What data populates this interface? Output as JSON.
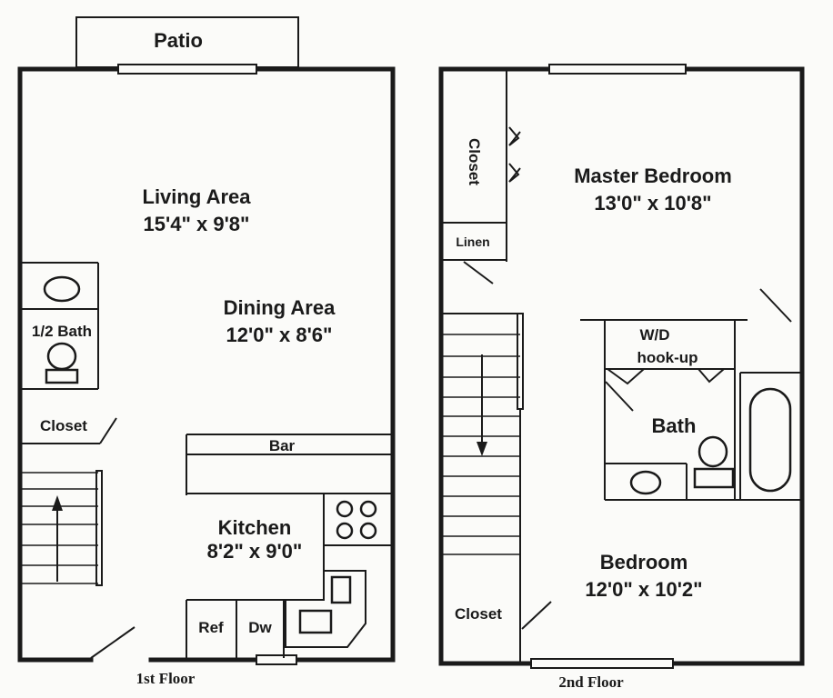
{
  "first_floor": {
    "caption": "1st Floor",
    "patio": "Patio",
    "living_area": {
      "name": "Living Area",
      "dims": "15'4\" x 9'8\""
    },
    "dining_area": {
      "name": "Dining Area",
      "dims": "12'0\" x 8'6\""
    },
    "half_bath": "1/2 Bath",
    "closet": "Closet",
    "bar": "Bar",
    "kitchen": {
      "name": "Kitchen",
      "dims": "8'2\" x 9'0\""
    },
    "ref": "Ref",
    "dw": "Dw"
  },
  "second_floor": {
    "caption": "2nd Floor",
    "closet_top": "Closet",
    "linen": "Linen",
    "master_bedroom": {
      "name": "Master Bedroom",
      "dims": "13'0\" x 10'8\""
    },
    "wd": {
      "line1": "W/D",
      "line2": "hook-up"
    },
    "bath": "Bath",
    "bedroom": {
      "name": "Bedroom",
      "dims": "12'0\" x 10'2\""
    },
    "closet_bottom": "Closet"
  }
}
